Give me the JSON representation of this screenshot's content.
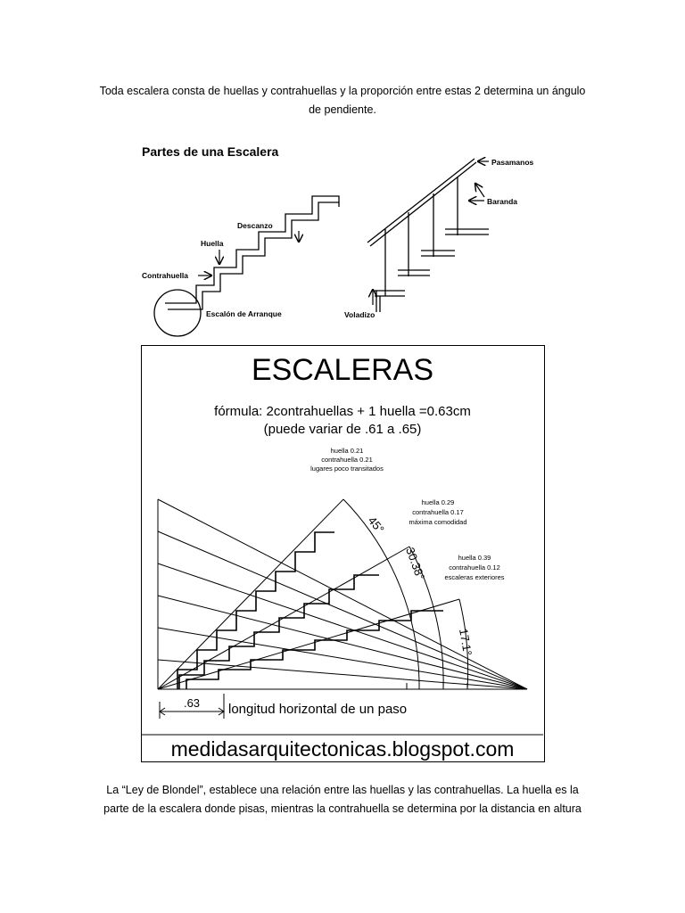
{
  "paragraphs": {
    "intro_line1": "Toda escalera consta de huellas y contrahuellas y la proporción entre estas 2 determina un ángulo",
    "intro_line2": "de pendiente.",
    "blondel_line1": "La “Ley de Blondel”, establece una relación entre las huellas y las contrahuellas. La huella es la",
    "blondel_line2": "parte de la escalera donde pisas, mientras la contrahuella se determina por la distancia en altura"
  },
  "parts_figure": {
    "title": "Partes de una Escalera",
    "labels": {
      "descanzo": "Descanzo",
      "huella": "Huella",
      "contrahuella": "Contrahuella",
      "escalon_arranque": "Escalón de Arranque",
      "pasamanos": "Pasamanos",
      "baranda": "Baranda",
      "voladizo": "Voladizo"
    }
  },
  "blondel_figure": {
    "title": "ESCALERAS",
    "formula": "fórmula: 2contrahuellas + 1 huella =0.63cm",
    "formula_note": "(puede variar de .61 a .65)",
    "cases": [
      {
        "huella": "huella 0.21",
        "contrahuella": "contrahuella 0.21",
        "uso": "lugares poco transitados",
        "angle": "45°"
      },
      {
        "huella": "huella 0.29",
        "contrahuella": "contrahuella 0.17",
        "uso": "máxima comodidad",
        "angle": "30.38°"
      },
      {
        "huella": "huella 0.39",
        "contrahuella": "contrahuella 0.12",
        "uso": "escaleras exteriores",
        "angle": "17.1°"
      }
    ],
    "step_length": ".63",
    "step_length_caption": "longitud horizontal de un paso",
    "website": "medidasarquitectonicas.blogspot.com"
  }
}
